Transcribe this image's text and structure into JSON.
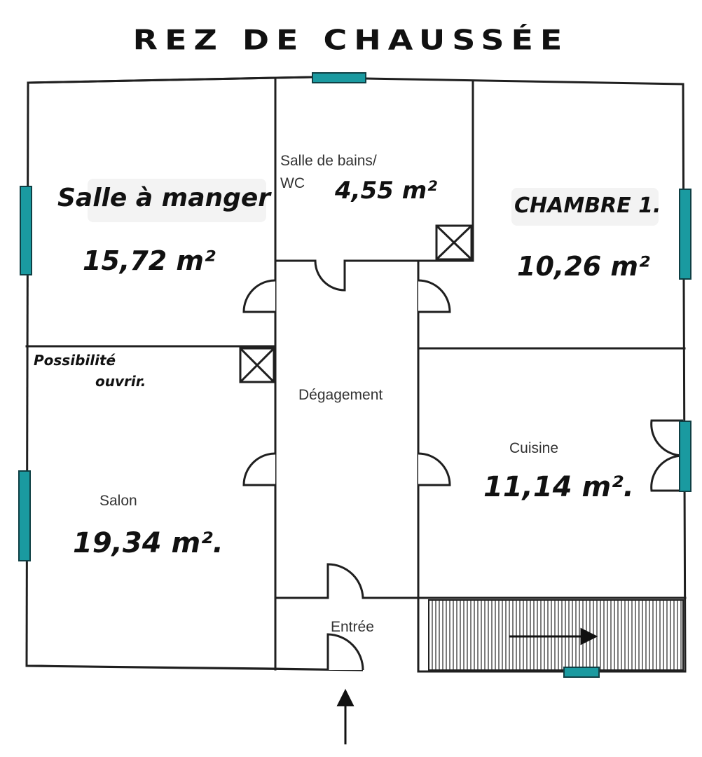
{
  "title": "REZ DE CHAUSSÉE",
  "rooms": {
    "salle_a_manger": {
      "label": "Salle à manger",
      "area": "15,72 m²"
    },
    "salle_de_bains": {
      "label_line1": "Salle de bains/",
      "label_line2": "WC",
      "area": "4,55 m²"
    },
    "chambre": {
      "label": "CHAMBRE 1.",
      "area": "10,26 m²"
    },
    "degagement": {
      "label": "Dégagement"
    },
    "cuisine": {
      "label": "Cuisine",
      "area": "11,14 m²."
    },
    "salon": {
      "label": "Salon",
      "area": "19,34 m²."
    },
    "entree": {
      "label": "Entrée"
    }
  },
  "note": {
    "line1": "Possibilité",
    "line2": "ouvrir."
  },
  "colors": {
    "wall": "#1f1f1f",
    "window": "#1a9aa0",
    "window_stroke": "#0f3f44"
  }
}
